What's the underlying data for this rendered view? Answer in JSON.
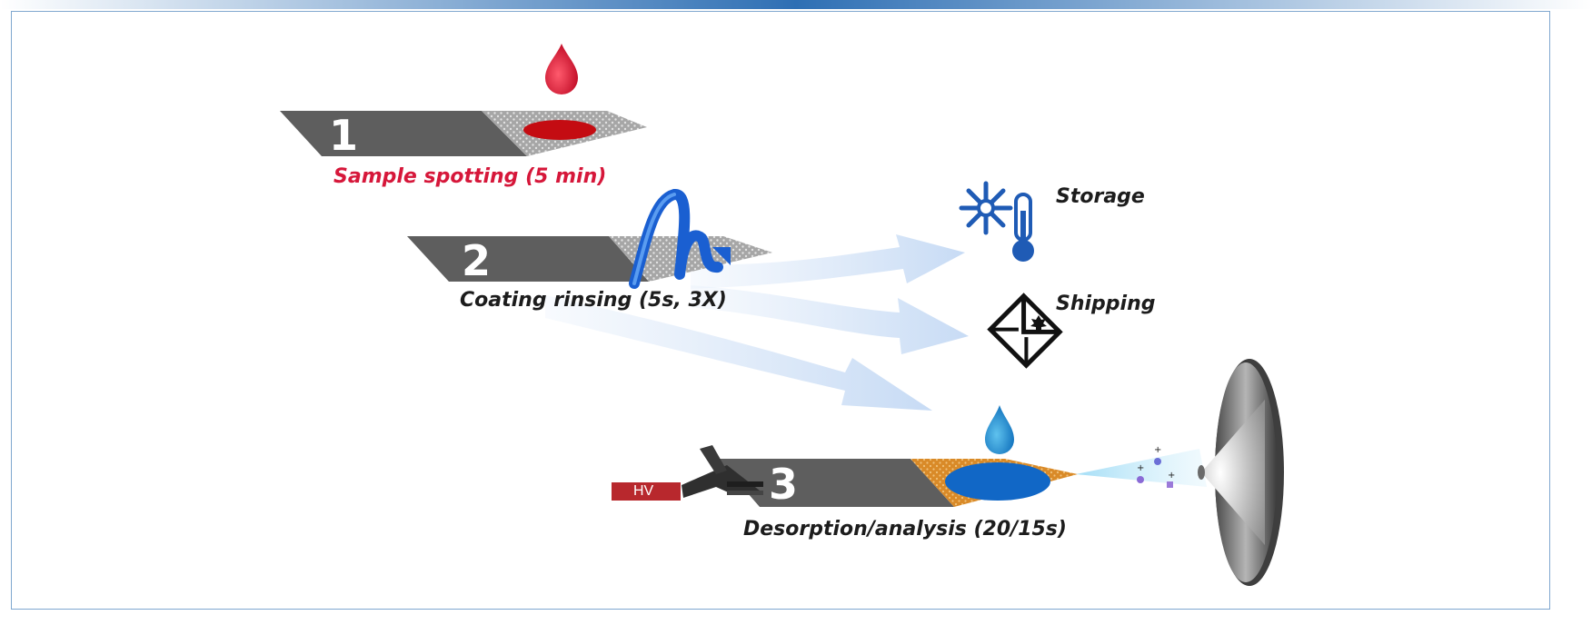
{
  "steps": [
    {
      "number": "1",
      "label": "Sample spotting (5 min)",
      "label_color": "#d6173a"
    },
    {
      "number": "2",
      "label": "Coating rinsing (5s, 3X)",
      "label_color": "#1c1c1c"
    },
    {
      "number": "3",
      "label": "Desorption/analysis (20/15s)",
      "label_color": "#1c1c1c"
    }
  ],
  "destinations": [
    {
      "label": "Storage",
      "icon": "snowflake-thermometer-icon"
    },
    {
      "label": "Shipping",
      "icon": "envelope-icon"
    }
  ],
  "hv_label": "HV",
  "colors": {
    "blade": "#5d5d5d",
    "coating": "#a8a8a8",
    "blood": "#c40c12",
    "water": "#1167c6",
    "orange_coating": "#d98a28",
    "arrow": "#cfe0f6",
    "icon_blue": "#1f5bb5",
    "frame": "#7fa7cf"
  }
}
